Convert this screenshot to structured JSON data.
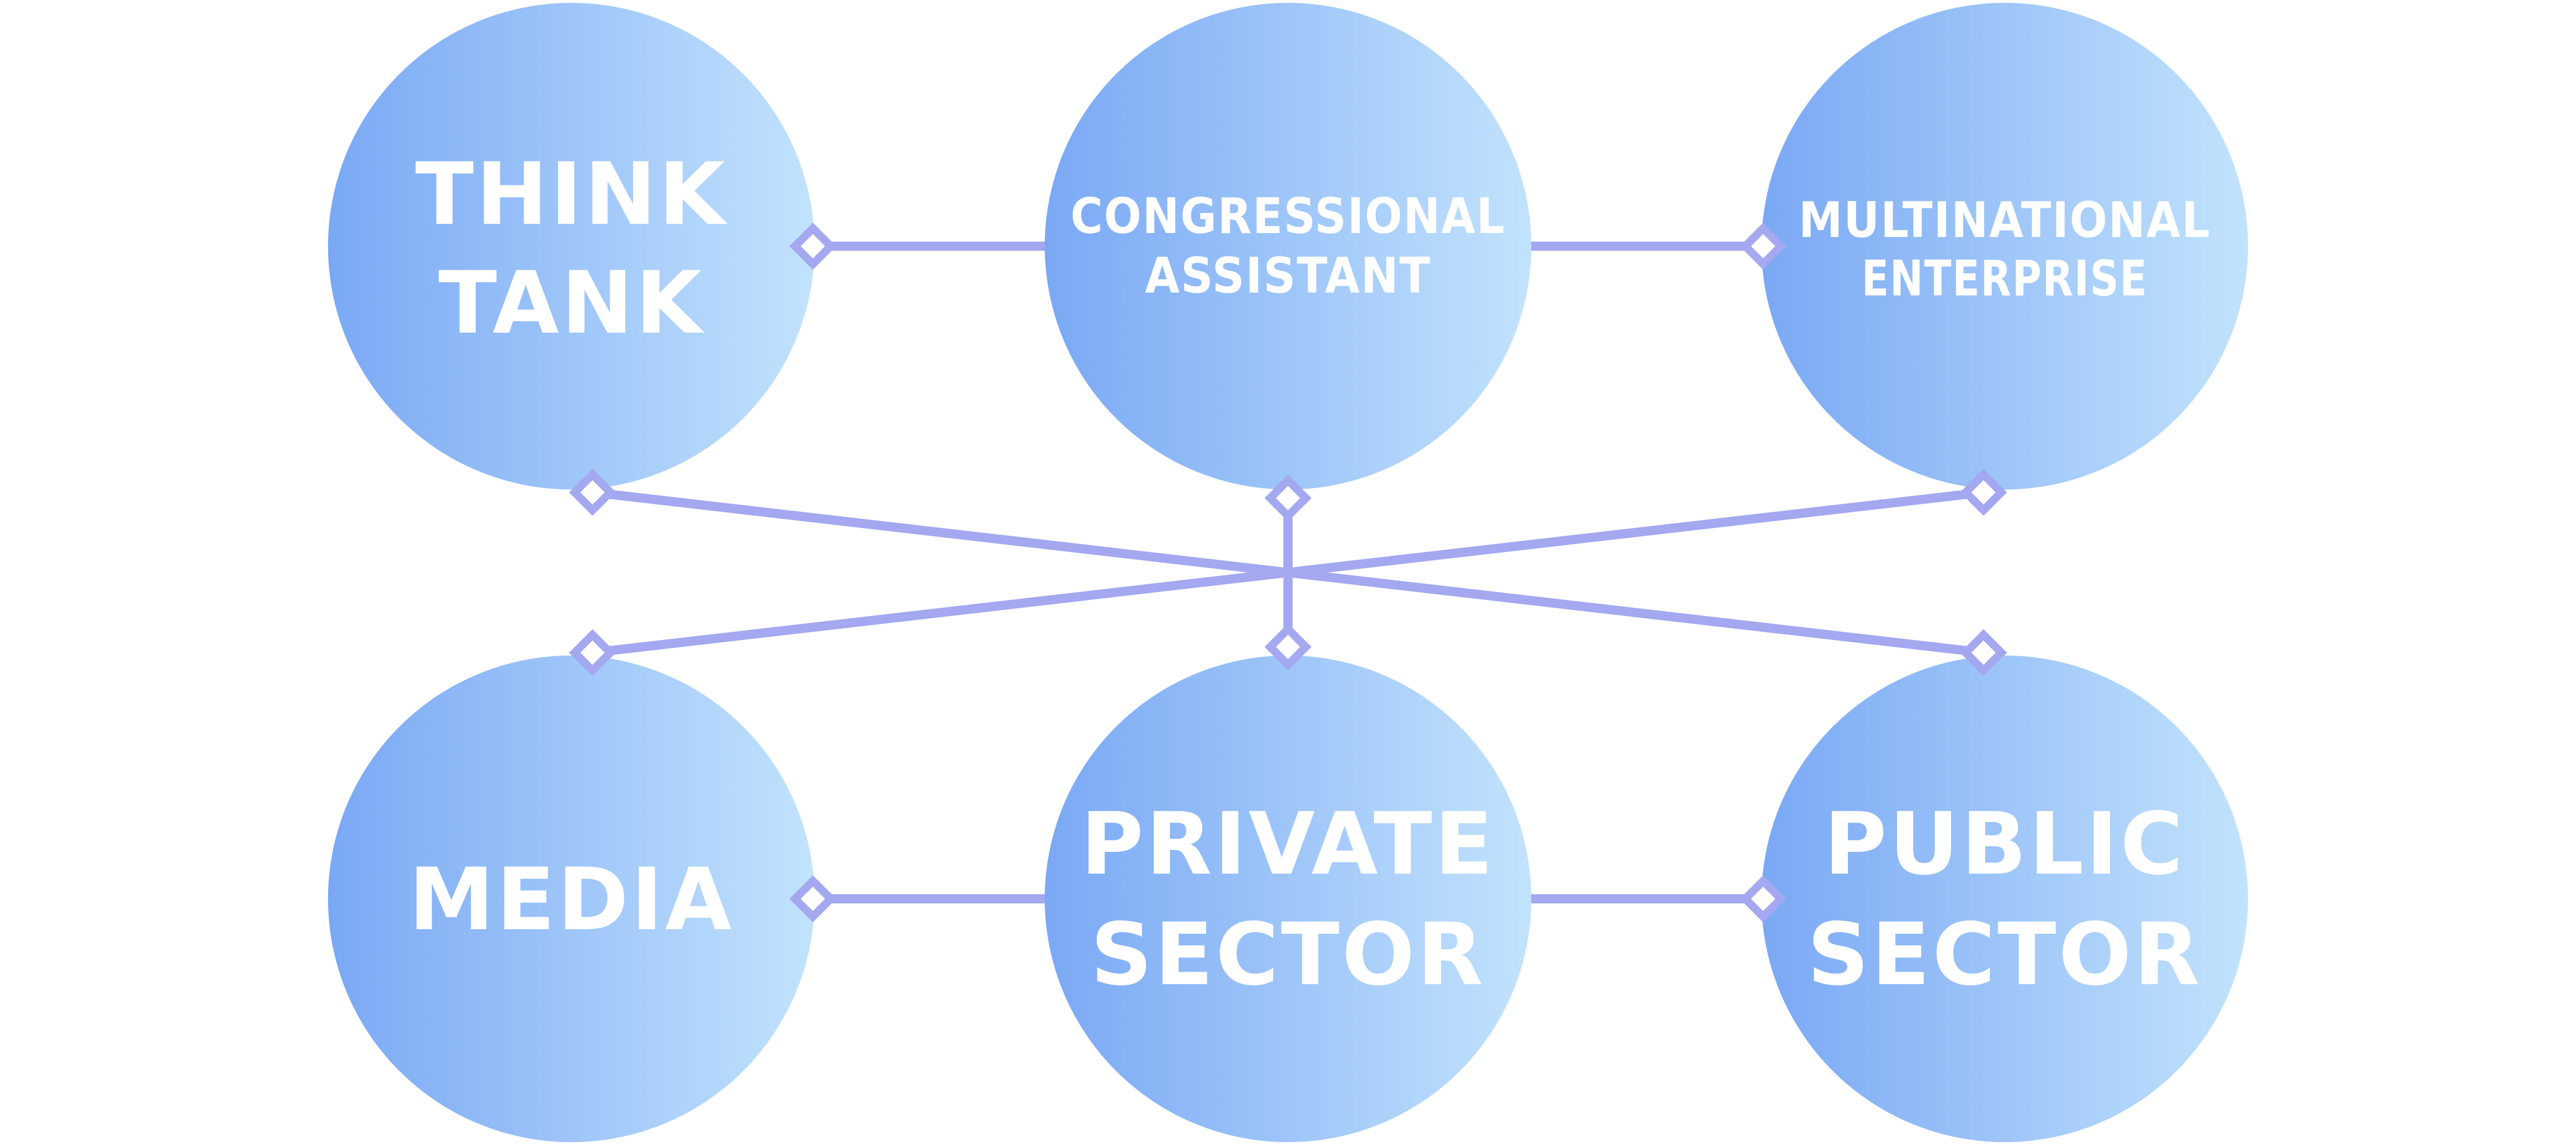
{
  "colors": {
    "circle_gradient_start": "#7aa8f4",
    "circle_gradient_end": "#c2e3fd",
    "connector": "#a3a8f0",
    "label": "#ffffff"
  },
  "nodes": {
    "think_tank": {
      "lines": [
        "THINK",
        "TANK"
      ]
    },
    "congressional_assistant": {
      "lines": [
        "CONGRESSIONAL",
        "ASSISTANT"
      ]
    },
    "multinational_enterprise": {
      "lines": [
        "MULTINATIONAL",
        "ENTERPRISE"
      ]
    },
    "media": {
      "lines": [
        "MEDIA"
      ]
    },
    "private_sector": {
      "lines": [
        "PRIVATE",
        "SECTOR"
      ]
    },
    "public_sector": {
      "lines": [
        "PUBLIC",
        "SECTOR"
      ]
    }
  },
  "connections": [
    [
      "think_tank",
      "congressional_assistant"
    ],
    [
      "congressional_assistant",
      "multinational_enterprise"
    ],
    [
      "media",
      "private_sector"
    ],
    [
      "private_sector",
      "public_sector"
    ],
    [
      "think_tank",
      "public_sector"
    ],
    [
      "multinational_enterprise",
      "media"
    ],
    [
      "congressional_assistant",
      "private_sector"
    ]
  ]
}
